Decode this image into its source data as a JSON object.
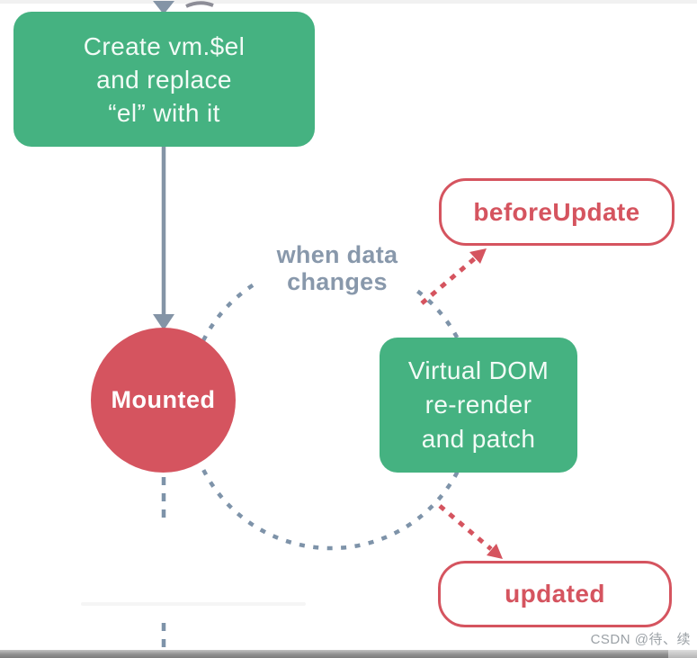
{
  "diagram": {
    "kind": "vue-lifecycle-fragment",
    "nodes": {
      "create_el": {
        "lines": [
          "Create vm.$el",
          "and replace",
          "“el” with it"
        ]
      },
      "mounted": {
        "label": "Mounted"
      },
      "when_data_changes": {
        "lines": [
          "when data",
          "changes"
        ]
      },
      "before_update": {
        "label": "beforeUpdate"
      },
      "virtual_dom": {
        "lines": [
          "Virtual DOM",
          "re-render",
          "and patch"
        ]
      },
      "updated": {
        "label": "updated"
      }
    },
    "colors": {
      "node_green": "#45b281",
      "node_red": "#d5545f",
      "arrow_slate": "#8494a6",
      "dotted_cycle": "#7e93a9",
      "label_gray": "#8898ab"
    }
  },
  "watermark": {
    "text": "CSDN @待、续"
  }
}
